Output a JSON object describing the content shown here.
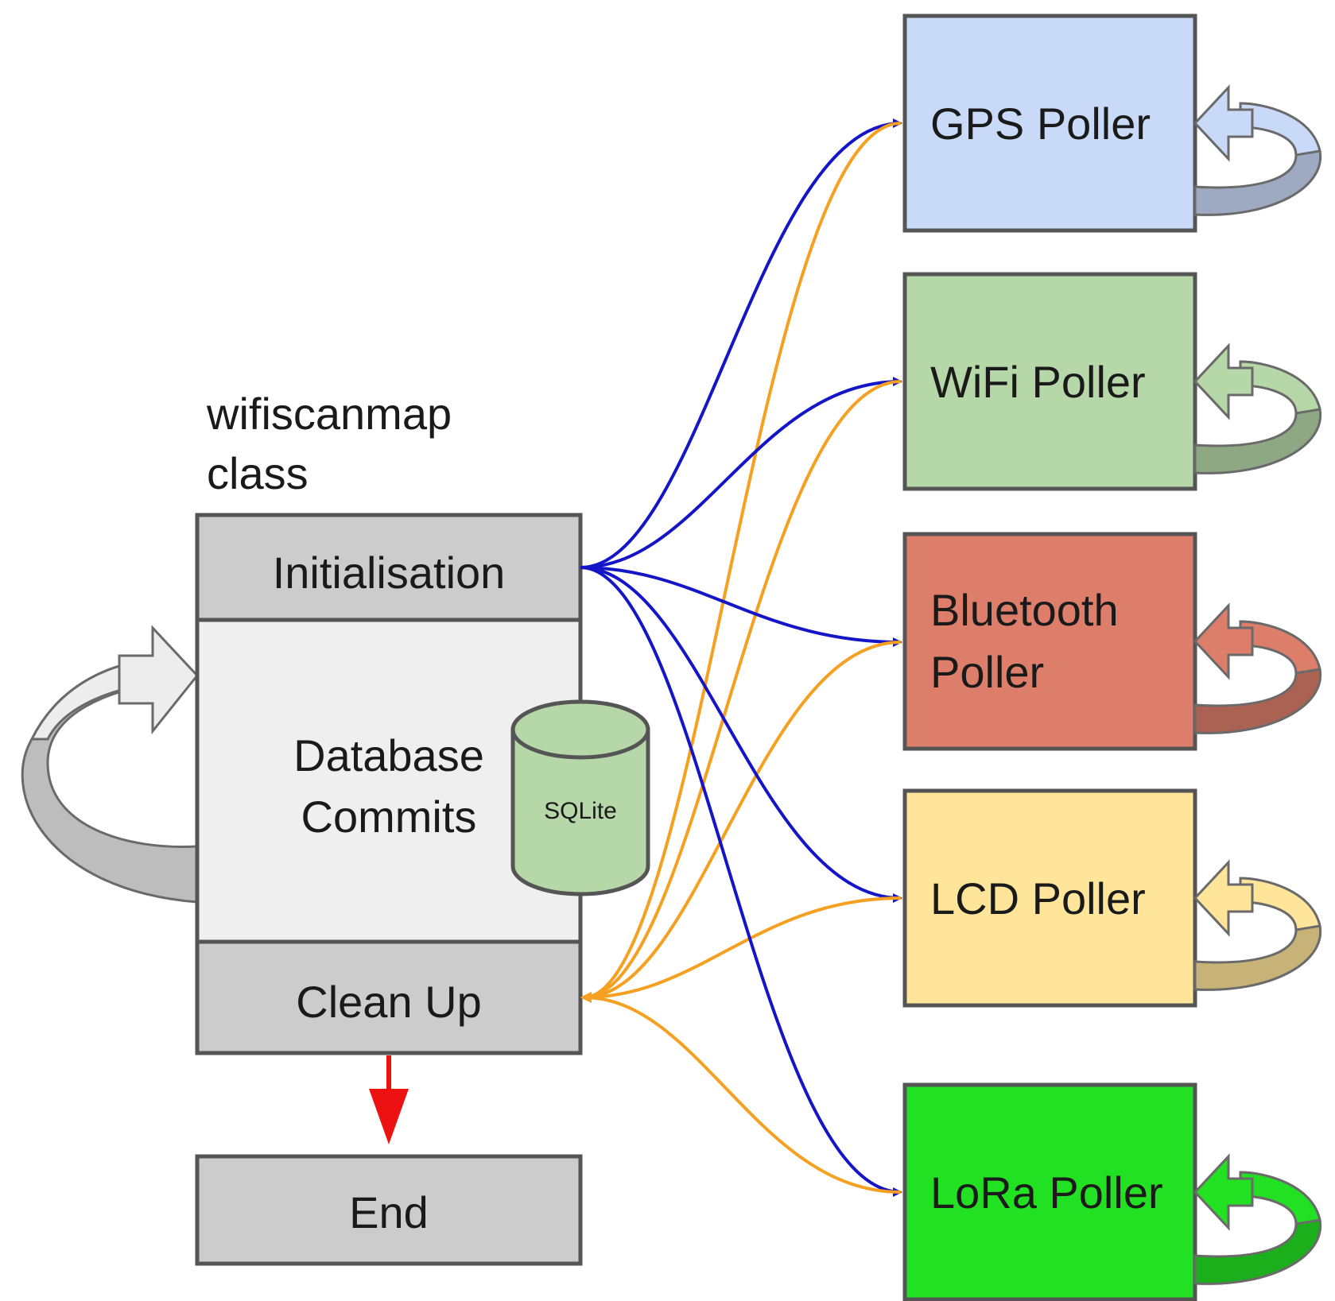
{
  "class_label": {
    "line1": "wifiscanmap",
    "line2": "class"
  },
  "main": {
    "initialisation": "Initialisation",
    "database_line1": "Database",
    "database_line2": "Commits",
    "sqlite": "SQLite",
    "clean_up": "Clean Up",
    "end": "End"
  },
  "pollers": [
    {
      "id": "gps",
      "line1": "GPS Poller",
      "line2": "",
      "color": "#c9daf8"
    },
    {
      "id": "wifi",
      "line1": "WiFi Poller",
      "line2": "",
      "color": "#b6d7a8"
    },
    {
      "id": "bluetooth",
      "line1": "Bluetooth",
      "line2": "Poller",
      "color": "#dd7e6b"
    },
    {
      "id": "lcd",
      "line1": "LCD Poller",
      "line2": "",
      "color": "#ffe599"
    },
    {
      "id": "lora",
      "line1": "LoRa  Poller",
      "line2": "",
      "color": "#22e022"
    }
  ],
  "colors": {
    "start_arrow": "#1515c8",
    "return_arrow": "#f5a020",
    "end_arrow": "#ee1111",
    "section_gray": "#cccccc",
    "body_gray": "#efefef",
    "sqlite_green": "#b6d7a8"
  }
}
